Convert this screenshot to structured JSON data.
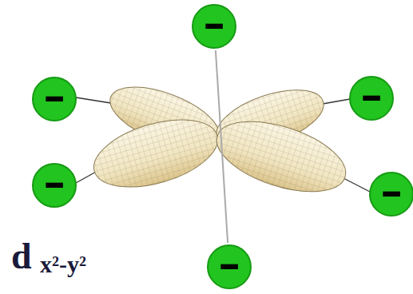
{
  "diagram": {
    "nodes": [
      {
        "text": [
          "-"
        ]
      },
      {
        "text": [
          "-"
        ]
      },
      {
        "text": [
          "-"
        ]
      },
      {
        "text": [
          "-"
        ]
      },
      {
        "text": [
          "-"
        ]
      },
      {
        "text": [
          "-"
        ]
      }
    ],
    "edges": [
      {
        "from": 0,
        "to": 5,
        "arrow": "none"
      }
    ],
    "labels": [
      "d",
      "x²-y²"
    ]
  }
}
